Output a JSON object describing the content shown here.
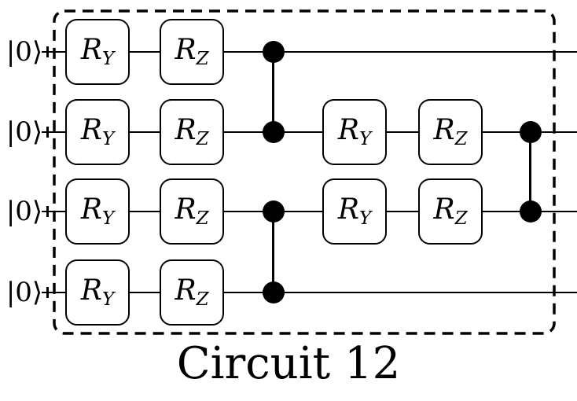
{
  "caption": "Circuit 12",
  "colors": {
    "ink": "#000000",
    "background": "#ffffff"
  },
  "qubits": [
    {
      "ket": "|0⟩"
    },
    {
      "ket": "|0⟩"
    },
    {
      "ket": "|0⟩"
    },
    {
      "ket": "|0⟩"
    }
  ],
  "gates": {
    "ry": {
      "base": "R",
      "sub": "Y"
    },
    "rz": {
      "base": "R",
      "sub": "Z"
    }
  },
  "structure": {
    "num_qubits": 4,
    "boundary": "dashed-rounded-rectangle",
    "columns": [
      {
        "type": "gate-layer",
        "gate": "RY",
        "qubits": [
          0,
          1,
          2,
          3
        ]
      },
      {
        "type": "gate-layer",
        "gate": "RZ",
        "qubits": [
          0,
          1,
          2,
          3
        ]
      },
      {
        "type": "cz-layer",
        "pairs": [
          [
            0,
            1
          ],
          [
            2,
            3
          ]
        ]
      },
      {
        "type": "gate-layer",
        "gate": "RY",
        "qubits": [
          1,
          2
        ]
      },
      {
        "type": "gate-layer",
        "gate": "RZ",
        "qubits": [
          1,
          2
        ]
      },
      {
        "type": "cz-layer",
        "pairs": [
          [
            1,
            2
          ]
        ]
      }
    ]
  }
}
